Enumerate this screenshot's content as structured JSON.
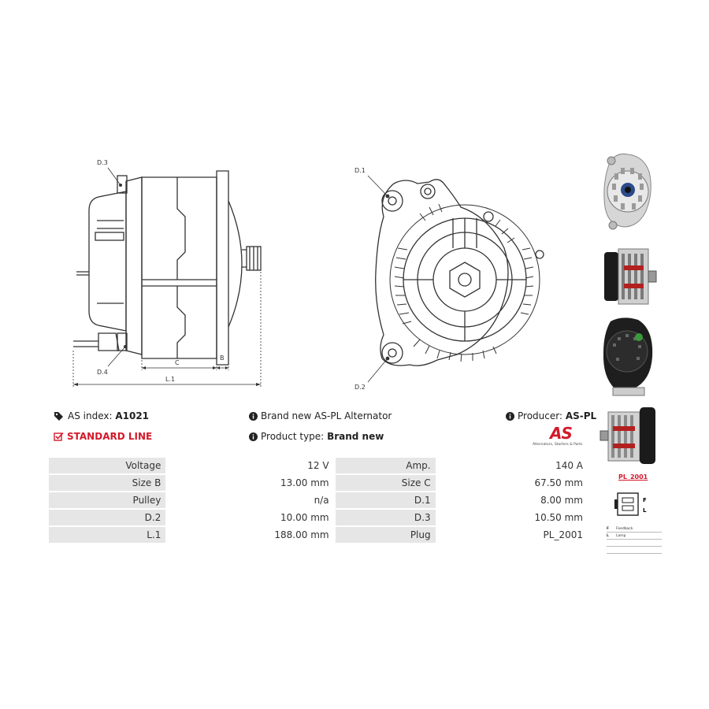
{
  "drawing_labels": {
    "side": {
      "d3": "D.3",
      "d4": "D.4",
      "c": "C",
      "b": "B",
      "l1": "L.1"
    },
    "front": {
      "d1": "D.1",
      "d2": "D.2"
    }
  },
  "info": {
    "as_index_label": "AS index:",
    "as_index_value": "A1021",
    "standard_line": "STANDARD LINE",
    "brand_text": "Brand new AS-PL Alternator",
    "product_type_label": "Product type:",
    "product_type_value": "Brand new",
    "producer_label": "Producer:",
    "producer_value": "AS-PL"
  },
  "logo": {
    "mark": "AS",
    "tagline": "Alternators, Starters & Parts"
  },
  "specs": [
    {
      "k1": "Voltage",
      "v1": "12 V",
      "k2": "Amp.",
      "v2": "140 A"
    },
    {
      "k1": "Size B",
      "v1": "13.00 mm",
      "k2": "Size C",
      "v2": "67.50 mm"
    },
    {
      "k1": "Pulley",
      "v1": "n/a",
      "k2": "D.1",
      "v2": "8.00 mm"
    },
    {
      "k1": "D.2",
      "v1": "10.00 mm",
      "k2": "D.3",
      "v2": "10.50 mm"
    },
    {
      "k1": "L.1",
      "v1": "188.00 mm",
      "k2": "Plug",
      "v2": "PL_2001"
    }
  ],
  "plug": {
    "label": "PL_2001",
    "pins": [
      "F",
      "L"
    ],
    "legend": [
      {
        "code": "F",
        "text": "Feedback"
      },
      {
        "code": "L",
        "text": "Lamp"
      }
    ]
  },
  "colors": {
    "accent": "#d4192a",
    "key_cell": "#e6e6e6"
  },
  "icons": [
    "tags-icon",
    "checkbox-icon",
    "info-icon"
  ]
}
